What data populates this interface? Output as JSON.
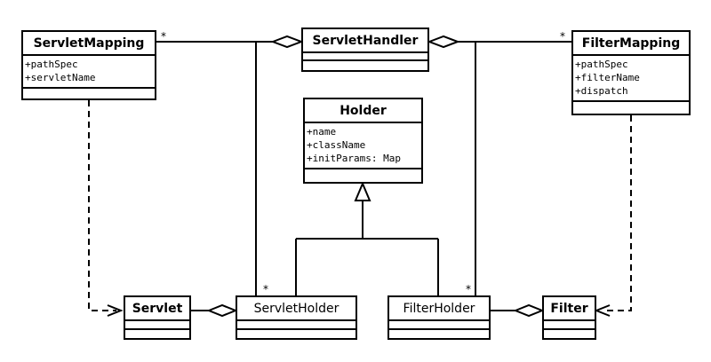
{
  "classes": {
    "servlet_mapping": {
      "name": "ServletMapping",
      "attributes": [
        "+pathSpec",
        "+servletName"
      ]
    },
    "servlet_handler": {
      "name": "ServletHandler"
    },
    "filter_mapping": {
      "name": "FilterMapping",
      "attributes": [
        "+pathSpec",
        "+filterName",
        "+dispatch"
      ]
    },
    "holder": {
      "name": "Holder",
      "attributes": [
        "+name",
        "+className",
        "+initParams: Map"
      ]
    },
    "servlet": {
      "name": "Servlet"
    },
    "servlet_holder": {
      "name": "ServletHolder"
    },
    "filter_holder": {
      "name": "FilterHolder"
    },
    "filter": {
      "name": "Filter"
    }
  },
  "multiplicities": {
    "servlet_mapping_to_handler": "*",
    "filter_mapping_to_handler": "*",
    "servlet_holder_to_handler": "*",
    "filter_holder_to_handler": "*"
  }
}
